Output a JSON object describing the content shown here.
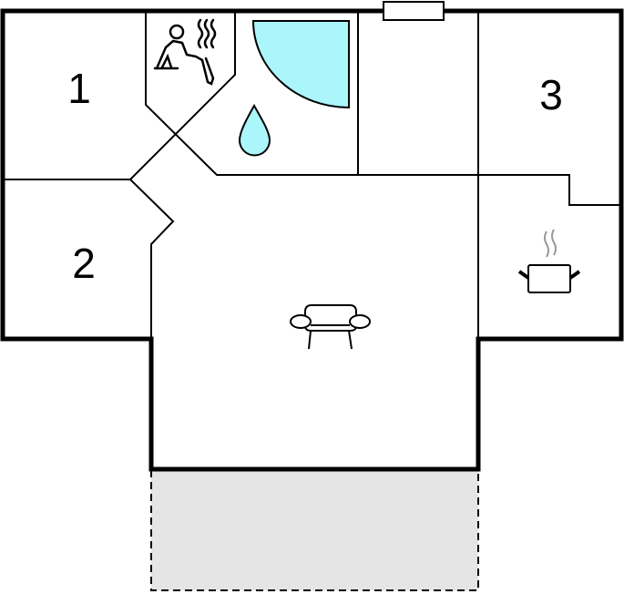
{
  "rooms": [
    {
      "id": "bedroom-1",
      "label": "1"
    },
    {
      "id": "bedroom-2",
      "label": "2"
    },
    {
      "id": "bedroom-3",
      "label": "3"
    }
  ],
  "icons": [
    "sauna-icon",
    "shower-icon",
    "water-drop-icon",
    "sofa-icon",
    "cooking-pot-icon",
    "window-icon"
  ],
  "colors": {
    "wall": "#000000",
    "water": "#aaf6fb",
    "terrace": "#e5e5e5",
    "steam": "#999999"
  }
}
